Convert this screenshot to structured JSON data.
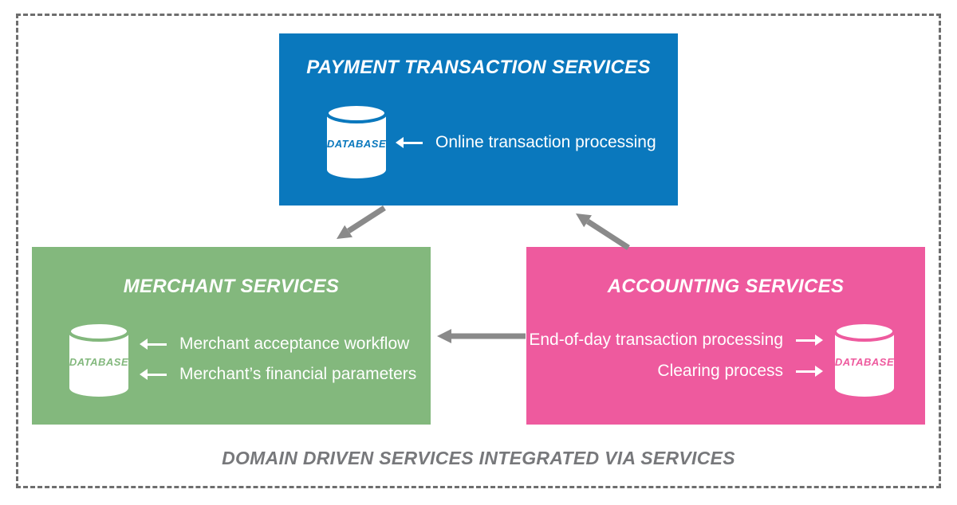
{
  "palette": {
    "blue": "#0a78bd",
    "green": "#83b87d",
    "pink": "#ee5a9e",
    "arrow_gray": "#8a8a8a",
    "caption_gray": "#77787b",
    "border_gray": "#6e6e6e"
  },
  "payment_box": {
    "title": "PAYMENT TRANSACTION SERVICES",
    "database_label": "DATABASE",
    "items": [
      "Online transaction processing"
    ]
  },
  "merchant_box": {
    "title": "MERCHANT SERVICES",
    "database_label": "DATABASE",
    "items": [
      "Merchant acceptance workflow",
      "Merchant’s financial parameters"
    ]
  },
  "accounting_box": {
    "title": "ACCOUNTING SERVICES",
    "database_label": "DATABASE",
    "items": [
      "End-of-day transaction processing",
      "Clearing process"
    ]
  },
  "caption": "DOMAIN DRIVEN SERVICES INTEGRATED VIA SERVICES"
}
